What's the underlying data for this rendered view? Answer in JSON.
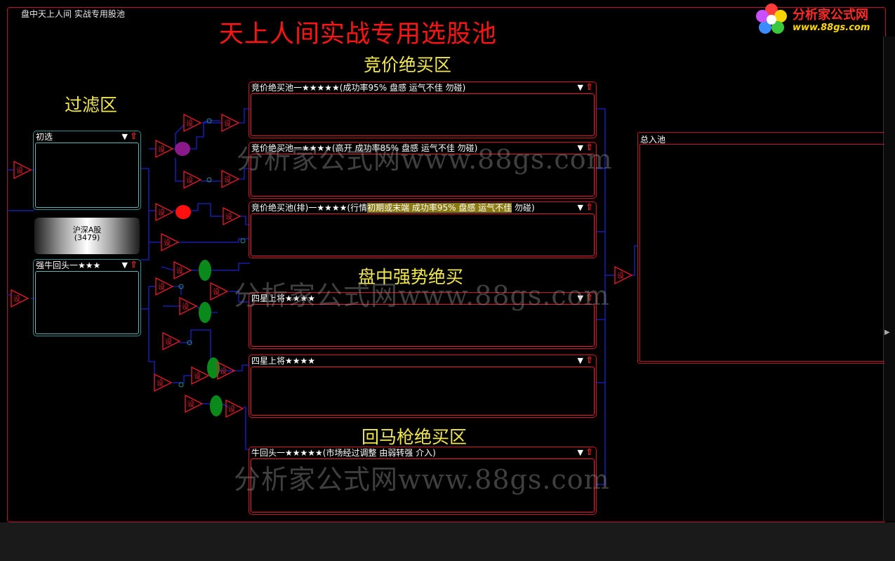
{
  "window": {
    "title": "盘中天上人间 实战专用股池"
  },
  "main_title": "天上人间实战专用选股池",
  "sections": {
    "filter": "过滤区",
    "auction": "竞价绝买区",
    "intraday": "盘中强势绝买",
    "pullback": "回马枪绝买区"
  },
  "logo": {
    "name": "分析家公式网",
    "url": "www.88gs.com"
  },
  "gate_label": "设",
  "controls": {
    "dropdown": "▼",
    "up": "⇧"
  },
  "filter_panels": {
    "primary": {
      "title": "初选"
    },
    "bull": {
      "title": "强牛回头一★★★"
    }
  },
  "market": {
    "name": "沪深A股",
    "count": "(3479)"
  },
  "pools": {
    "p1": {
      "title": "竞价绝买池一★★★★★(成功率95% 盘感 运气不佳 勿碰)"
    },
    "p2": {
      "title": "竞价绝买池一★★★★(高开 成功率85% 盘感 运气不佳 勿碰)"
    },
    "p3": {
      "title_a": "竞价绝买池(排)一★★★★(行情",
      "title_hl": "初期或末端 成功率95% 盘感 运气不佳",
      "title_b": " 勿碰)"
    },
    "p4": {
      "title": "四星上将★★★★"
    },
    "p5": {
      "title": "四星上将★★★★"
    },
    "p6": {
      "title": "牛回头一★★★★★(市场经过调整 由弱转强 介入)"
    },
    "total": {
      "title": "总入池"
    }
  },
  "watermark": "分析家公式网www.88gs.com",
  "colors": {
    "accent_red": "#e81a2a",
    "title_red": "#ff1414",
    "section_yellow": "#f2e84a",
    "wire_blue": "#1b22c8"
  }
}
